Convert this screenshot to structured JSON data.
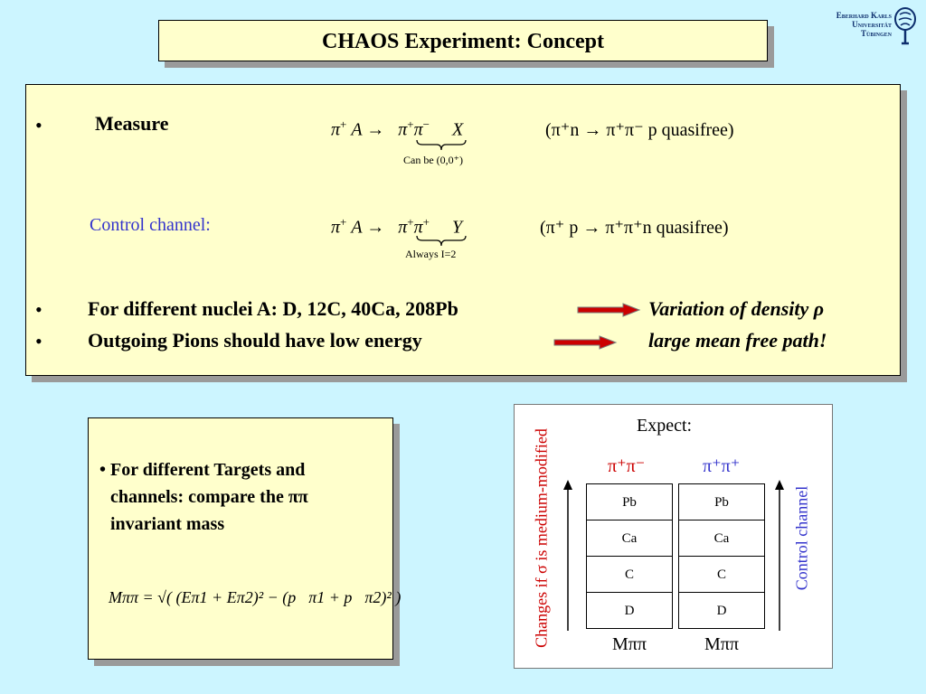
{
  "title": "CHAOS  Experiment: Concept",
  "logo": {
    "line1": "Eberhard Karls",
    "line2": "Universität",
    "line3": "Tübingen",
    "icon": "tree-icon",
    "color": "#0e2f6e"
  },
  "main": {
    "bullet_glyph": "•",
    "measure": {
      "label": "Measure",
      "eq_left": "π",
      "eq_left_sup": "+",
      "eq_target": "A →",
      "eq_pair": "π",
      "eq_pair_sup1": "+",
      "eq_pair2": "π",
      "eq_pair_sup2": "−",
      "eq_rest": "X",
      "quasifree": "(π⁺n → π⁺π⁻ p  quasifree)",
      "brace_note": "Can be (0,0⁺)"
    },
    "control": {
      "label": "Control channel:",
      "eq_left": "π",
      "eq_left_sup": "+",
      "eq_target": "A →",
      "eq_pair": "π",
      "eq_pair_sup1": "+",
      "eq_pair2": "π",
      "eq_pair_sup2": "+",
      "eq_rest": "Y",
      "quasifree": "(π⁺ p → π⁺π⁺n  quasifree)",
      "brace_note": "Always I=2"
    },
    "nuclei": {
      "text": "For different nuclei A:  D, 12C, 40Ca, 208Pb",
      "result": "Variation of density ρ"
    },
    "pions": {
      "text": "Outgoing Pions should have low energy",
      "result": "large mean free path!"
    },
    "arrow_color": "#cc0000"
  },
  "left": {
    "bullet_text_1": "• For different Targets and",
    "bullet_text_2": "channels: compare the ππ",
    "bullet_text_3": "invariant mass",
    "formula": "Mππ = √( (Eπ1 + Eπ2)² − (p⃗π1 + p⃗π2)² )"
  },
  "right": {
    "expect": "Expect:",
    "col1_header": "π⁺π⁻",
    "col2_header": "π⁺π⁺",
    "rows": [
      "Pb",
      "Ca",
      "C",
      "D"
    ],
    "bottom_label": "Mππ",
    "left_axis": "Changes if σ is medium-modified",
    "right_axis": "Control channel",
    "red": "#cc0000",
    "blue": "#3333cc"
  }
}
